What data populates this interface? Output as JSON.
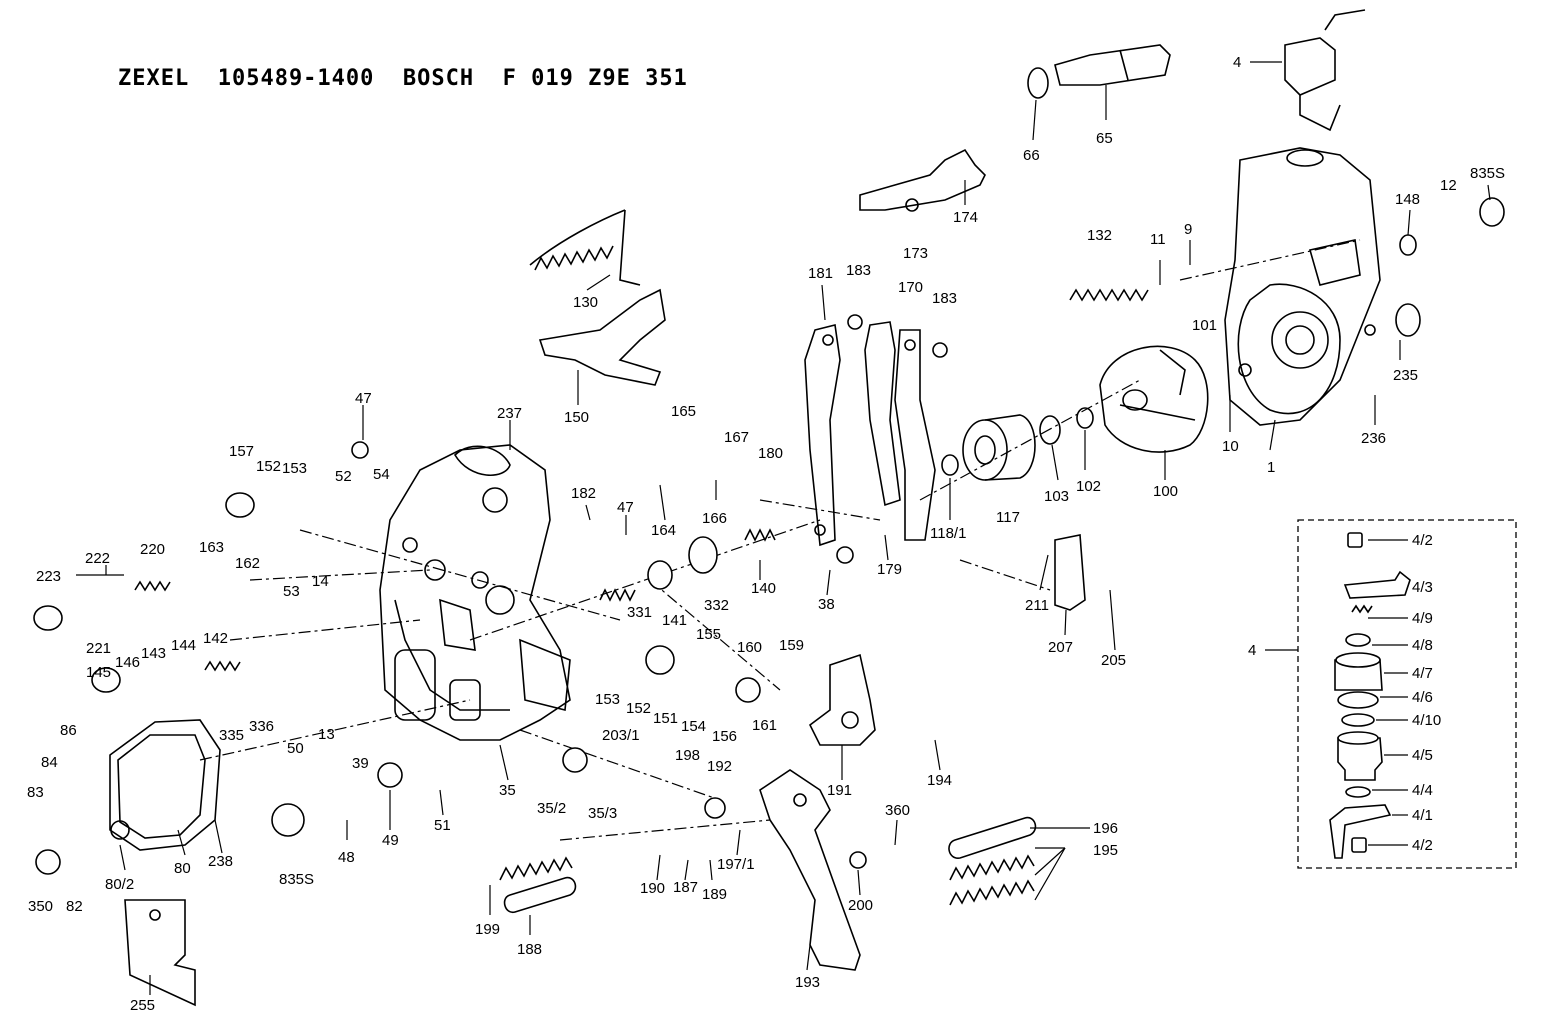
{
  "title": "ZEXEL  105489-1400  BOSCH  F 019 Z9E 351",
  "labels": {
    "p4": "4",
    "p65": "65",
    "p66": "66",
    "p835s_a": "835S",
    "p148": "148",
    "p12": "12",
    "p174": "174",
    "p173": "173",
    "p132": "132",
    "p11": "11",
    "p9": "9",
    "p130": "130",
    "p181": "181",
    "p183a": "183",
    "p170": "170",
    "p183b": "183",
    "p101": "101",
    "p235": "235",
    "p150": "150",
    "p100": "100",
    "p10": "10",
    "p1": "1",
    "p236": "236",
    "p47a": "47",
    "p165": "165",
    "p167": "167",
    "p237": "237",
    "p157": "157",
    "p152a": "152",
    "p153a": "153",
    "p52": "52",
    "p54": "54",
    "p180": "180",
    "p103": "103",
    "p102": "102",
    "p117": "117",
    "p118_1": "118/1",
    "p182": "182",
    "p47b": "47",
    "p164": "164",
    "p166": "166",
    "p179": "179",
    "p222": "222",
    "p220": "220",
    "p163": "163",
    "p162": "162",
    "p223": "223",
    "p140": "140",
    "p38": "38",
    "p331": "331",
    "p141": "141",
    "p332": "332",
    "p211": "211",
    "p207": "207",
    "p205": "205",
    "p53": "53",
    "p14": "14",
    "p221": "221",
    "p145": "145",
    "p146": "146",
    "p143": "143",
    "p144": "144",
    "p142": "142",
    "p155": "155",
    "p160": "160",
    "p159": "159",
    "p153b": "153",
    "p152b": "152",
    "p151": "151",
    "p154": "154",
    "p156": "156",
    "p161": "161",
    "p335": "335",
    "p336": "336",
    "p50": "50",
    "p13": "13",
    "p39": "39",
    "p86": "86",
    "p84": "84",
    "p83": "83",
    "p203_1": "203/1",
    "p198": "198",
    "p192": "192",
    "p35": "35",
    "p35_2": "35/2",
    "p35_3": "35/3",
    "p191": "191",
    "p194": "194",
    "p360": "360",
    "p196": "196",
    "p195": "195",
    "p49": "49",
    "p51": "51",
    "p48": "48",
    "p835s_b": "835S",
    "p80": "80",
    "p238": "238",
    "p80_2": "80/2",
    "p350": "350",
    "p82": "82",
    "p190": "190",
    "p187": "187",
    "p189": "189",
    "p197_1": "197/1",
    "p200": "200",
    "p199": "199",
    "p188": "188",
    "p193": "193",
    "p255": "255"
  },
  "inset": {
    "group_label": "4",
    "items": [
      "4/2",
      "4/3",
      "4/9",
      "4/8",
      "4/7",
      "4/6",
      "4/10",
      "4/5",
      "4/4",
      "4/1",
      "4/2"
    ]
  }
}
